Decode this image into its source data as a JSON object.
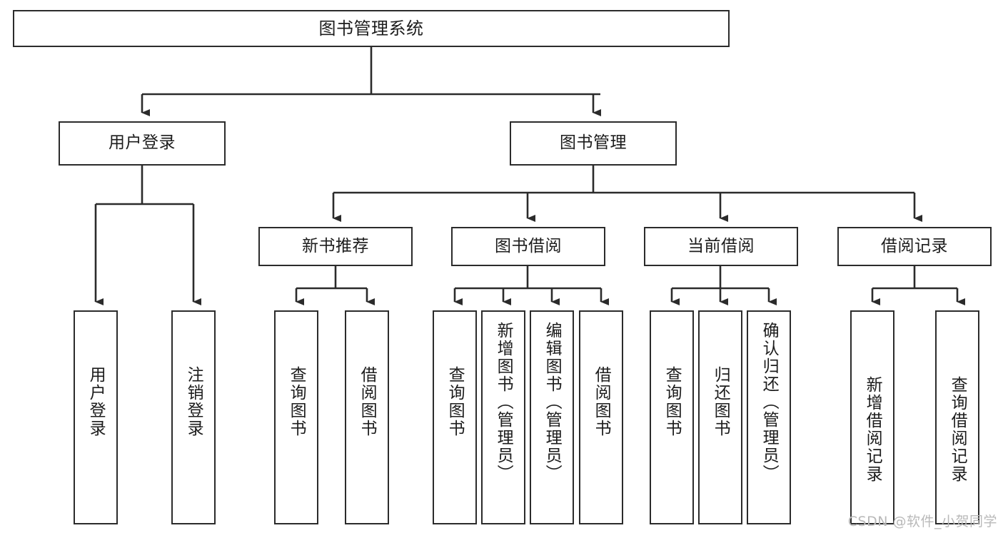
{
  "diagram": {
    "kind": "tree-functional-structure",
    "colors": {
      "stroke": "#2b2b2b",
      "box_fill": "#ffffff",
      "text": "#1c1c1c",
      "background": "#ffffff",
      "watermark": "#b9b9b9"
    },
    "root": {
      "label": "图书管理系统"
    },
    "level2": [
      {
        "label": "用户登录"
      },
      {
        "label": "图书管理"
      }
    ],
    "level3": [
      {
        "label": "新书推荐"
      },
      {
        "label": "图书借阅"
      },
      {
        "label": "当前借阅"
      },
      {
        "label": "借阅记录"
      }
    ],
    "leaves_user_login": [
      {
        "label": "用户登录"
      },
      {
        "label": "注销登录"
      }
    ],
    "leaves_new_book": [
      {
        "label": "查询图书"
      },
      {
        "label": "借阅图书"
      }
    ],
    "leaves_borrow": [
      {
        "label": "查询图书"
      },
      {
        "label": "新增图书（管理员）"
      },
      {
        "label": "编辑图书（管理员）"
      },
      {
        "label": "借阅图书"
      }
    ],
    "leaves_current": [
      {
        "label": "查询图书"
      },
      {
        "label": "归还图书"
      },
      {
        "label": "确认归还（管理员）"
      }
    ],
    "leaves_records": [
      {
        "label": "新增借阅记录"
      },
      {
        "label": "查询借阅记录"
      }
    ]
  },
  "watermark": {
    "text": "CSDN @软件_小贺同学"
  }
}
